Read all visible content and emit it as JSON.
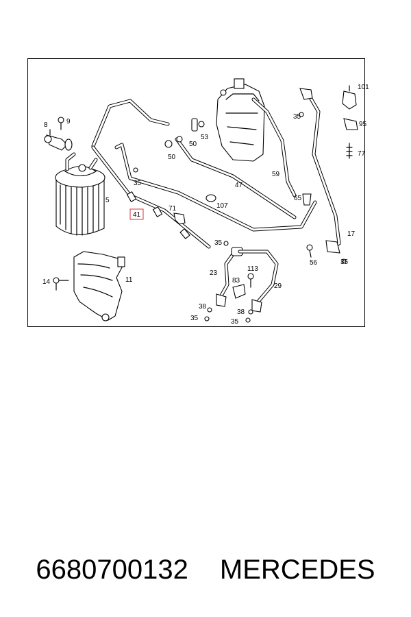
{
  "diagram": {
    "labels": {
      "p8": "8",
      "p9": "9",
      "p5": "5",
      "p14": "14",
      "p11": "11",
      "p35a": "35",
      "p41": "41",
      "p71": "71",
      "p107": "107",
      "p35b": "35",
      "p23": "23",
      "p113": "113",
      "p83": "83",
      "p29": "29",
      "p38a": "38",
      "p35c": "35",
      "p38b": "38",
      "p35d": "35",
      "p50a": "50",
      "p53": "53",
      "p50b": "50",
      "p47": "47",
      "p59": "59",
      "p35e": "35",
      "p65": "65",
      "p56": "56",
      "p35f": "35",
      "p17": "17",
      "p101": "101",
      "p95": "95",
      "p77": "77"
    },
    "highlight_color": "#e0303a"
  },
  "caption": {
    "part_number": "6680700132",
    "brand": "MERCEDES"
  }
}
